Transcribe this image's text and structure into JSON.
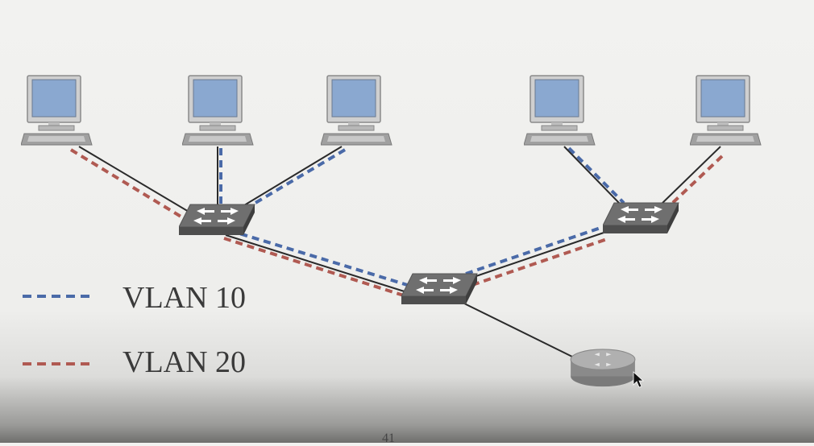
{
  "legend": [
    {
      "label": "VLAN 10",
      "color": "#4a6aa8"
    },
    {
      "label": "VLAN 20",
      "color": "#b05a52"
    }
  ],
  "page_number": "41",
  "colors": {
    "vlan10": "#4a6aa8",
    "vlan20": "#b05a52",
    "cable": "#2a2a2a",
    "device": "#6a6a6a",
    "screen": "#8aa8d0"
  },
  "icons": {
    "computer": "computer-icon",
    "switch": "switch-icon",
    "router": "router-icon"
  }
}
